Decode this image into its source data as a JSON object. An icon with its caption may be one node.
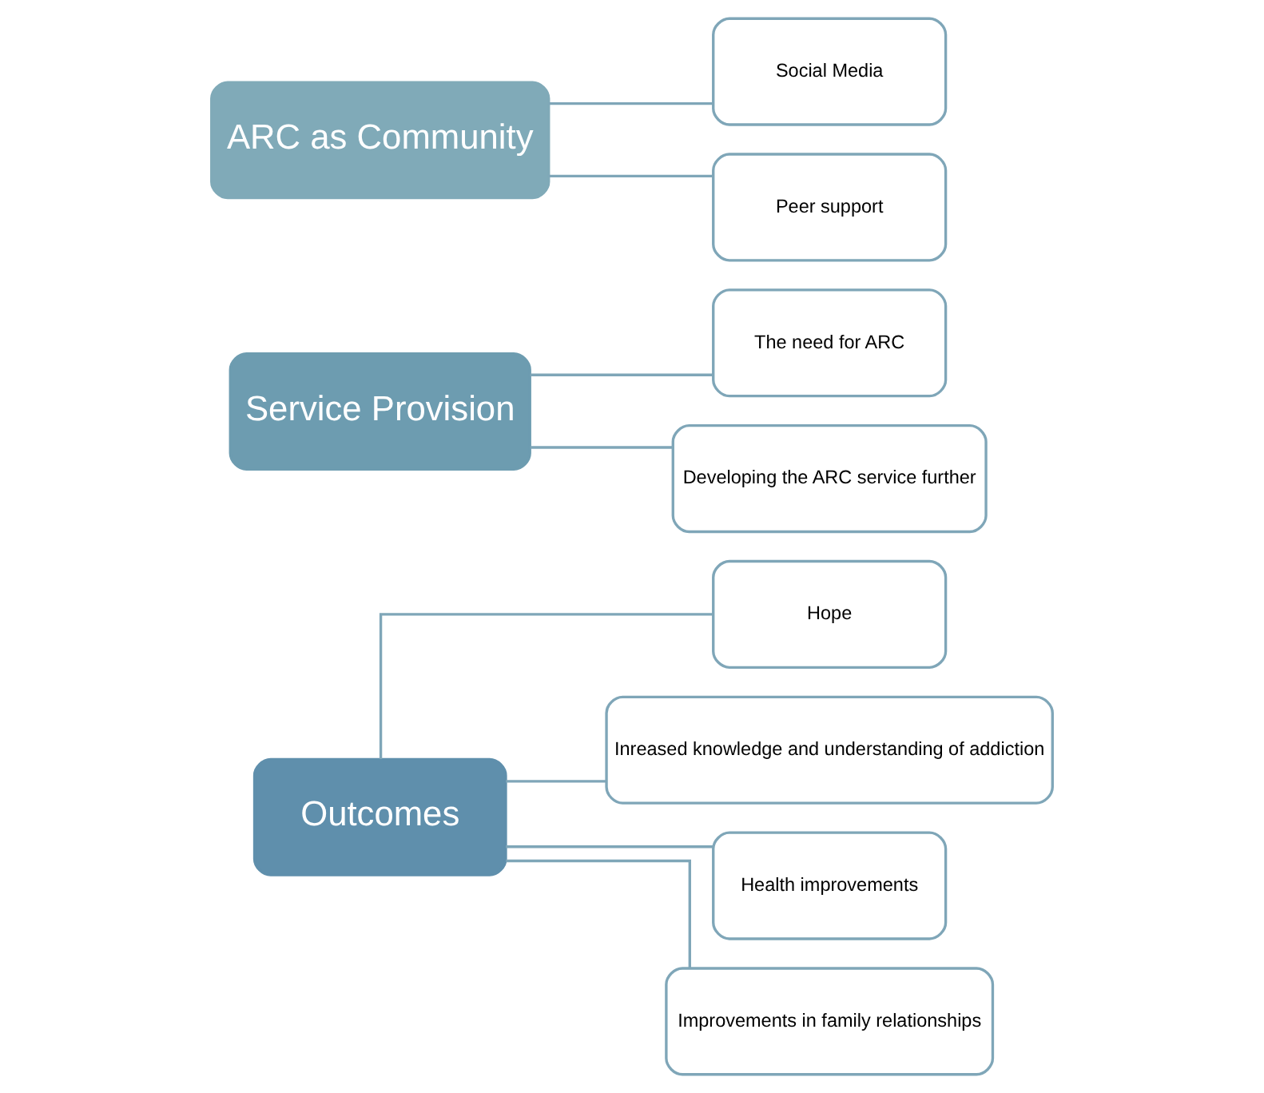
{
  "diagram": {
    "nodes": [
      {
        "text": [
          "Outcomes"
        ]
      },
      {
        "text": [
          "Hope"
        ]
      },
      {
        "text": [
          "Inreased knowledge and understanding of addiction"
        ]
      },
      {
        "text": [
          "Health improvements"
        ]
      },
      {
        "text": [
          "Improvements in family relationships"
        ]
      },
      {
        "text": [
          "Service Provision"
        ]
      },
      {
        "text": [
          "The need for ARC"
        ]
      },
      {
        "text": [
          "Developing the ARC service further"
        ]
      },
      {
        "text": [
          "ARC as Community"
        ]
      },
      {
        "text": [
          "Social Media"
        ]
      },
      {
        "text": [
          "Peer support"
        ]
      }
    ],
    "edges": [
      {
        "from": 0,
        "to": 1,
        "arrow": "none"
      },
      {
        "from": 0,
        "to": 2,
        "arrow": "none"
      },
      {
        "from": 0,
        "to": 3,
        "arrow": "none"
      },
      {
        "from": 0,
        "to": 4,
        "arrow": "none"
      },
      {
        "from": 5,
        "to": 6,
        "arrow": "none"
      },
      {
        "from": 5,
        "to": 7,
        "arrow": "none"
      },
      {
        "from": 8,
        "to": 9,
        "arrow": "none"
      },
      {
        "from": 8,
        "to": 10,
        "arrow": "none"
      }
    ]
  }
}
